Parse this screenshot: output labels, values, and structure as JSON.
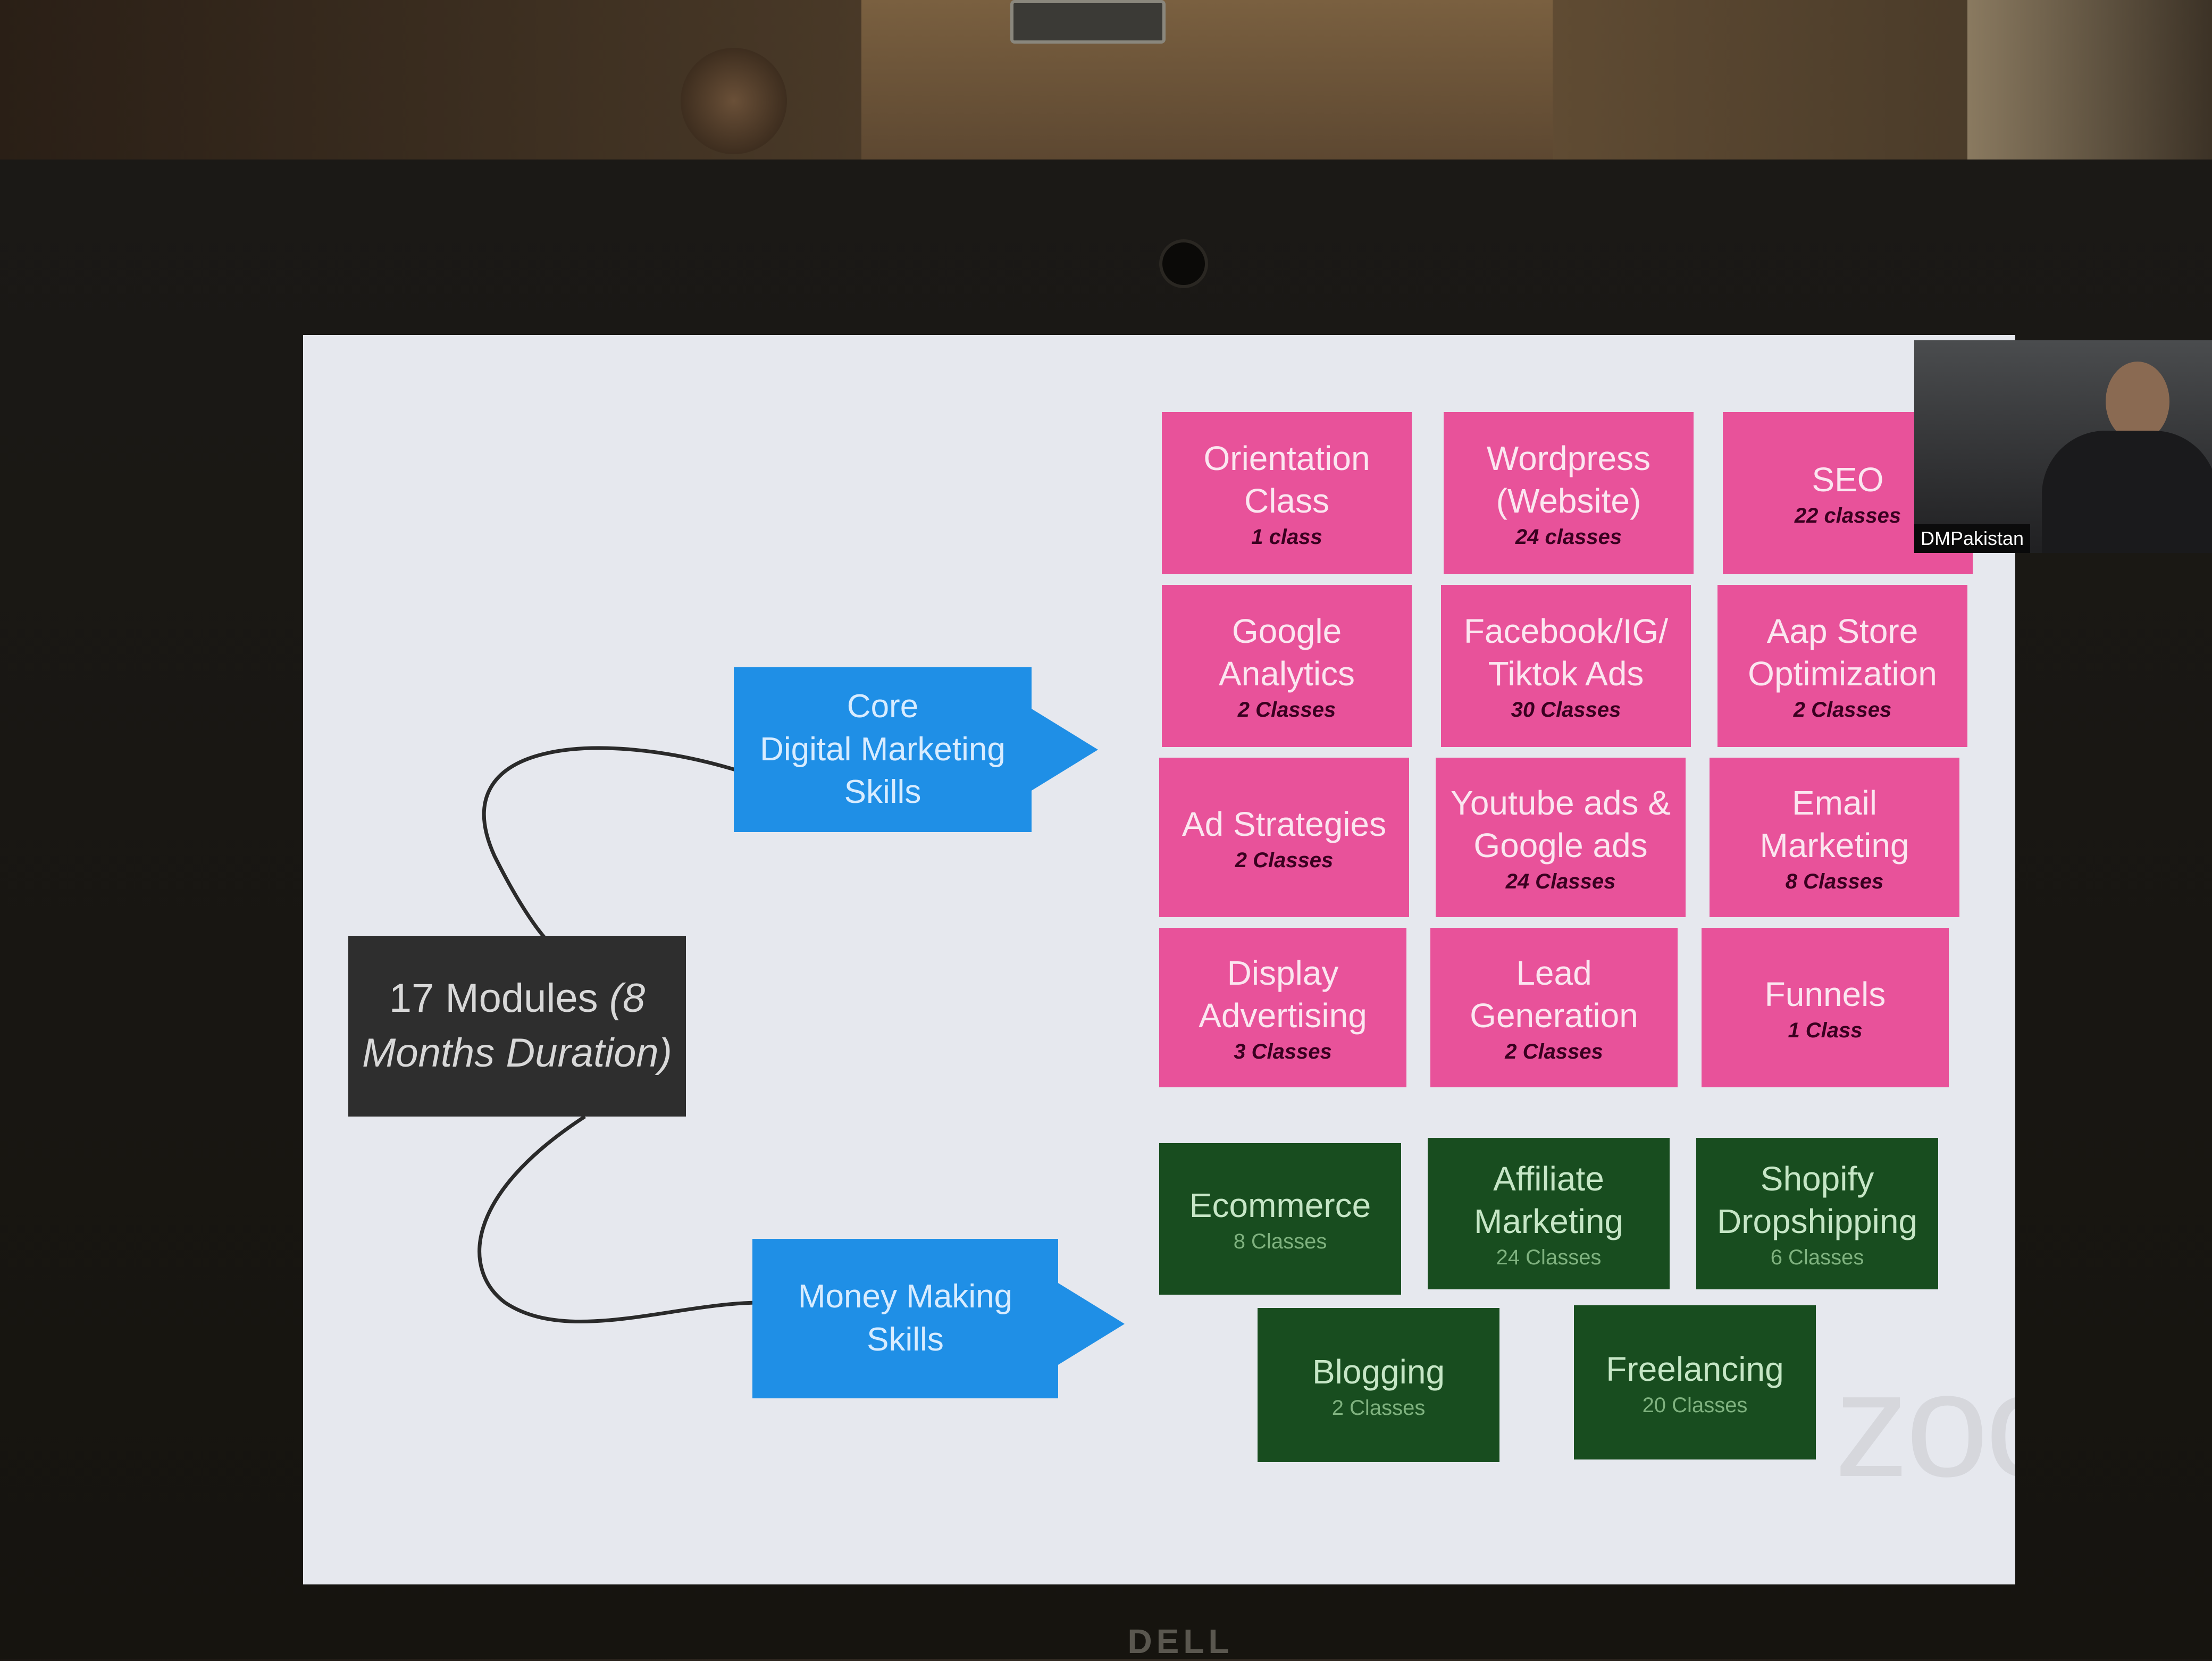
{
  "center": {
    "title_plain": "17 Modules",
    "title_italic": "(8 Months Duration)"
  },
  "categories": {
    "core": "Core\nDigital Marketing\nSkills",
    "money": "Money Making\nSkills"
  },
  "core_modules": [
    {
      "title": "Orientation\nClass",
      "count": "1 class"
    },
    {
      "title": "Wordpress\n(Website)",
      "count": "24 classes"
    },
    {
      "title": "SEO",
      "count": "22 classes"
    },
    {
      "title": "Google\nAnalytics",
      "count": "2 Classes"
    },
    {
      "title": "Facebook/IG/\nTiktok Ads",
      "count": "30 Classes"
    },
    {
      "title": "Aap Store\nOptimization",
      "count": "2 Classes"
    },
    {
      "title": "Ad Strategies",
      "count": "2 Classes"
    },
    {
      "title": "Youtube ads &\nGoogle ads",
      "count": "24 Classes"
    },
    {
      "title": "Email\nMarketing",
      "count": "8 Classes"
    },
    {
      "title": "Display\nAdvertising",
      "count": "3 Classes"
    },
    {
      "title": "Lead\nGeneration",
      "count": "2 Classes"
    },
    {
      "title": "Funnels",
      "count": "1 Class"
    }
  ],
  "money_modules": [
    {
      "title": "Ecommerce",
      "count": "8 Classes"
    },
    {
      "title": "Affiliate\nMarketing",
      "count": "24 Classes"
    },
    {
      "title": "Shopify\nDropshipping",
      "count": "6 Classes"
    },
    {
      "title": "Blogging",
      "count": "2 Classes"
    },
    {
      "title": "Freelancing",
      "count": "20 Classes"
    }
  ],
  "watermark": "zoom",
  "video": {
    "name": "DMPakistan"
  },
  "monitor_brand": "DELL",
  "colors": {
    "pink": "#e8529a",
    "green": "#184d1f",
    "blue": "#1f8fe6",
    "dark": "#2e2e2e"
  }
}
